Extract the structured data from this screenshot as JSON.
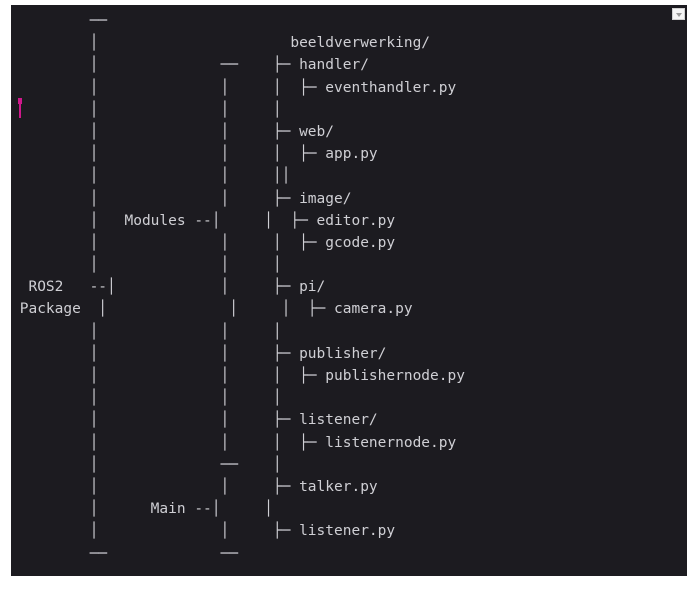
{
  "tree": {
    "lines": [
      "         ──",
      "         │                      beeldverwerking/",
      "         │              ──    ├─ handler/",
      "         │              │     │  ├─ eventhandler.py",
      "         │              │     │",
      "         │              │     ├─ web/",
      "         │              │     │  ├─ app.py",
      "         │              │     ││",
      "         │              │     ├─ image/",
      "         │   Modules --│     │  ├─ editor.py",
      "         │              │     │  ├─ gcode.py",
      "         │              │     │",
      "  ROS2   --│            │     ├─ pi/",
      " Package  │              │     │  ├─ camera.py",
      "         │              │     │",
      "         │              │     ├─ publisher/",
      "         │              │     │  ├─ publishernode.py",
      "         │              │     │",
      "         │              │     ├─ listener/",
      "         │              │     │  ├─ listenernode.py",
      "         │              ──    │",
      "         │              │     ├─ talker.py",
      "         │      Main --│     │",
      "         │              │     ├─ listener.py",
      "         ──             ──"
    ]
  },
  "colors": {
    "terminal_bg": "#1c1b20",
    "text": "#cfcfd4",
    "cursor": "#d0188c"
  }
}
